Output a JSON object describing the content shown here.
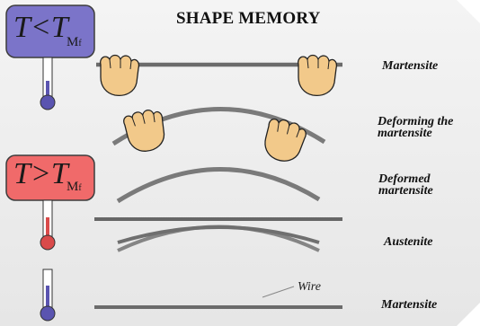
{
  "title": "SHAPE MEMORY",
  "cold_box": {
    "main": "T<T",
    "sub": "M",
    "sub2": "f"
  },
  "hot_box": {
    "main": "T>T",
    "sub": "M",
    "sub2": "f"
  },
  "labels": {
    "martensite_top": "Martensite",
    "deforming": "Deforming the\nmartensite",
    "deformed": "Deformed\nmartensite",
    "austenite": "Austenite",
    "martensite_bottom": "Martensite"
  },
  "wire_label": "Wire",
  "colors": {
    "cold_box": "#7b74c9",
    "hot_box": "#f06a6a",
    "wire": "#6e6e6e",
    "hand": "#f2c98a",
    "thermo_cold": "#5a54b0",
    "thermo_hot": "#d94a4a"
  },
  "icons": [
    "hand-icon",
    "thermometer-icon"
  ]
}
